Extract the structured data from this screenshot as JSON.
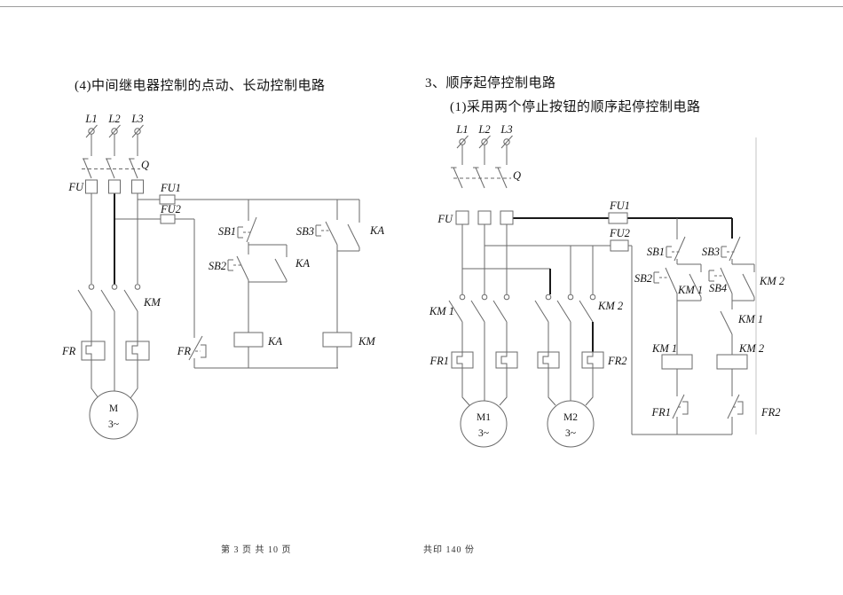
{
  "page": {
    "heading_left": "(4)中间继电器控制的点动、长动控制电路",
    "heading_right": "3、顺序起停控制电路",
    "heading_right_sub": "(1)采用两个停止按钮的顺序起停控制电路",
    "footer_page_info": "第 3 页 共 10 页",
    "footer_print_info": "共印 140 份"
  },
  "colors": {
    "wire": "#6a6a6a",
    "bold_wire": "#1a1a1a",
    "label_text": "#141414",
    "divider_line": "#c4c4c4",
    "page_top_rule": "#9c9c9c"
  },
  "left_circuit": {
    "labels": {
      "phase_l1": "L1",
      "phase_l2": "L2",
      "phase_l3": "L3",
      "switch_q": "Q",
      "fuse_fu": "FU",
      "fuse_fu1": "FU1",
      "fuse_fu2": "FU2",
      "contactor_km_main": "KM",
      "thermal_fr_main": "FR",
      "motor_name": "M",
      "motor_phase": "3~",
      "button_sb1": "SB1",
      "button_sb2": "SB2",
      "button_sb3": "SB3",
      "relay_ka_selfhold": "KA",
      "relay_ka_interlock": "KA",
      "coil_ka": "KA",
      "coil_km": "KM",
      "thermal_fr_nc": "FR"
    }
  },
  "right_circuit": {
    "labels": {
      "phase_l1": "L1",
      "phase_l2": "L2",
      "phase_l3": "L3",
      "switch_q": "Q",
      "fuse_fu": "FU",
      "fuse_fu1": "FU1",
      "fuse_fu2": "FU2",
      "contactor_km1_main": "KM 1",
      "contactor_km2_main": "KM 2",
      "thermal_fr1_main": "FR1",
      "thermal_fr2_main": "FR2",
      "motor1_name": "M1",
      "motor1_phase": "3~",
      "motor2_name": "M2",
      "motor2_phase": "3~",
      "button_sb1": "SB1",
      "button_sb2": "SB2",
      "button_sb3": "SB3",
      "button_sb4": "SB4",
      "contact_km1_selfhold": "KM 1",
      "contact_km2_selfhold": "KM 2",
      "contact_km1_sequence": "KM 1",
      "coil_km1": "KM 1",
      "coil_km2": "KM 2",
      "thermal_fr1_nc": "FR1",
      "thermal_fr2_nc": "FR2"
    }
  }
}
